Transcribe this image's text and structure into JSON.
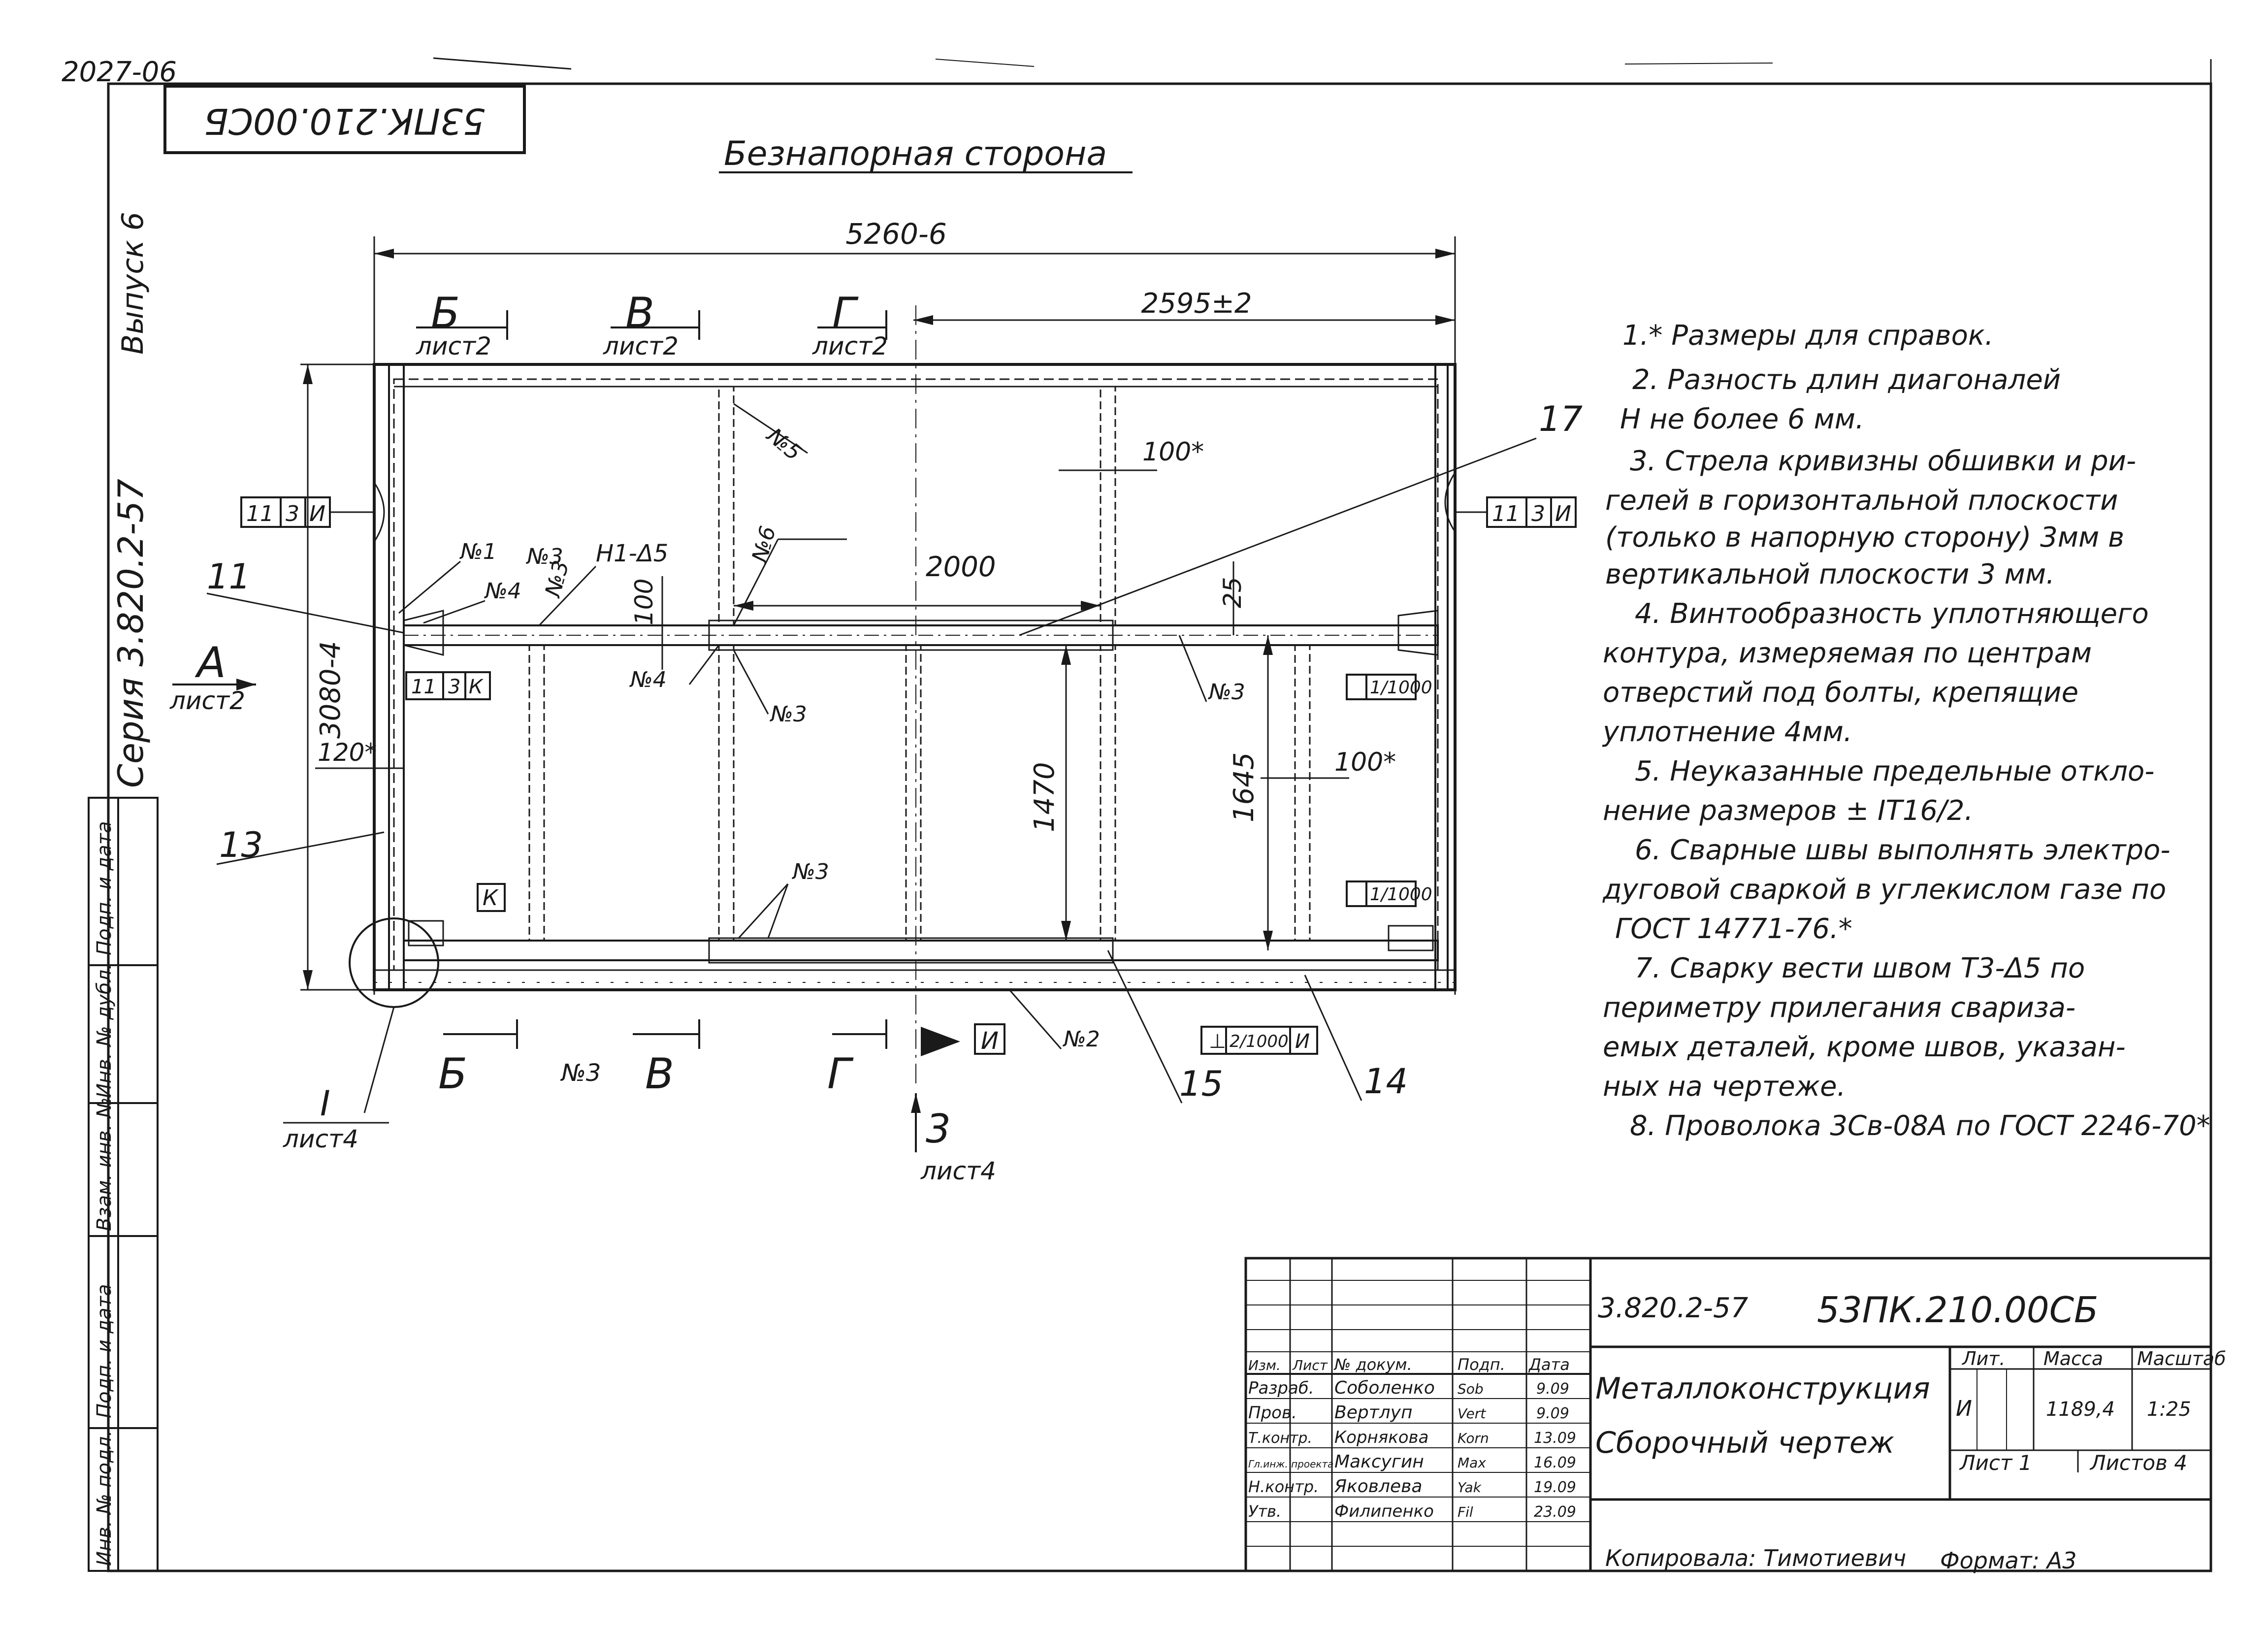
{
  "margin": {
    "top_code": "2027-06",
    "vypusk": "Выпуск 6",
    "seriya": "Серия 3.820.2-57",
    "stamp_rotated": "53ПК.210.00СБ",
    "side_labels": [
      "Подп. и дата",
      "Инв. № дубл.",
      "Взам. инв. №",
      "Подп. и дата",
      "Инв. № подл."
    ]
  },
  "drawing": {
    "title": "Безнапорная сторона",
    "dim_overall_width": "5260-6",
    "dim_right_part": "2595±2",
    "dim_height": "3080-4",
    "dim_2000": "2000",
    "dim_1470": "1470",
    "dim_1645": "1645",
    "dim_100": "100",
    "dim_25": "25",
    "dim_100_star_top": "100*",
    "dim_100_star_right": "100*",
    "dim_120_star": "120*",
    "section_top": [
      {
        "letter": "Б",
        "sheet": "лист2"
      },
      {
        "letter": "В",
        "sheet": "лист2"
      },
      {
        "letter": "Г",
        "sheet": "лист2"
      }
    ],
    "section_bottom": [
      {
        "letter": "Б"
      },
      {
        "letter": "В",
        "prefix": "№3"
      },
      {
        "letter": "Г"
      }
    ],
    "view_a": {
      "letter": "А",
      "sheet": "лист2"
    },
    "view_3": {
      "letter": "3",
      "sheet": "лист4"
    },
    "node_I": {
      "letter": "I",
      "sheet": "лист4"
    },
    "weld_marks": {
      "n1": "№1",
      "n2": "№2",
      "n3": "№3",
      "n4": "№4",
      "n5": "№5",
      "n6": "№6",
      "h_weld": "Н1-Δ5"
    },
    "callouts": {
      "c11": "11",
      "c13": "13",
      "c14": "14",
      "c15": "15",
      "c17": "17"
    },
    "frames": {
      "left": [
        "11",
        "3",
        "И"
      ],
      "right": [
        "11",
        "3",
        "И"
      ],
      "left_lower": [
        "11",
        "3",
        "К"
      ],
      "k": "К",
      "tol_top": "1/1000",
      "tol_bottom": "1/1000",
      "bottom_perp": "2/1000",
      "bottom_perp_ref": "И",
      "gamma_ref": "И"
    }
  },
  "notes": [
    "1.* Размеры для справок.",
    "2. Разность длин диагоналей",
    "Н не более 6 мм.",
    "3. Стрела кривизны обшивки и ри-",
    "гелей в горизонтальной плоскости",
    "(только в напорную сторону) 3мм в",
    "вертикальной плоскости 3 мм.",
    "4. Винтообразность уплотняющего",
    "контура, измеряемая по центрам",
    "отверстий под болты, крепящие",
    "уплотнение 4мм.",
    "5. Неуказанные предельные откло-",
    "нение размеров ± IT16/2.",
    "6. Сварные швы выполнять электро-",
    "дуговой сваркой в углекислом газе по",
    "ГОСТ 14771-76.*",
    "7. Сварку вести швом Т3-Δ5 по",
    "периметру прилегания свариза-",
    "емых деталей, кроме швов, указан-",
    "ных на чертеже.",
    "8. Проволока 3Св-08А по ГОСТ 2246-70*"
  ],
  "title_block": {
    "series": "3.820.2-57",
    "code": "53ПК.210.00СБ",
    "name_line1": "Металлоконструкция",
    "name_line2": "Сборочный чертеж",
    "header": [
      "Изм.",
      "Лист",
      "№ докум.",
      "Подп.",
      "Дата"
    ],
    "lit_label": "Лит.",
    "mass_label": "Масса",
    "scale_label": "Масштаб",
    "lit_value": "И",
    "mass_value": "1189,4",
    "scale_value": "1:25",
    "sheet_label": "Лист 1",
    "sheets_label": "Листов 4",
    "signers": [
      {
        "role": "Разраб.",
        "name": "Соболенко",
        "sig": "Sob",
        "date": "9.09"
      },
      {
        "role": "Пров.",
        "name": "Вертлуп",
        "sig": "Vert",
        "date": "9.09"
      },
      {
        "role": "Т.контр.",
        "name": "Корнякова",
        "sig": "Korn",
        "date": "13.09"
      },
      {
        "role": "Гл.инж. проекта",
        "name": "Максугин",
        "sig": "Max",
        "date": "16.09"
      },
      {
        "role": "Н.контр.",
        "name": "Яковлева",
        "sig": "Yak",
        "date": "19.09"
      },
      {
        "role": "Утв.",
        "name": "Филипенко",
        "sig": "Fil",
        "date": "23.09"
      }
    ],
    "copied": "Копировала: Тимотиевич",
    "format": "Формат: А3"
  }
}
